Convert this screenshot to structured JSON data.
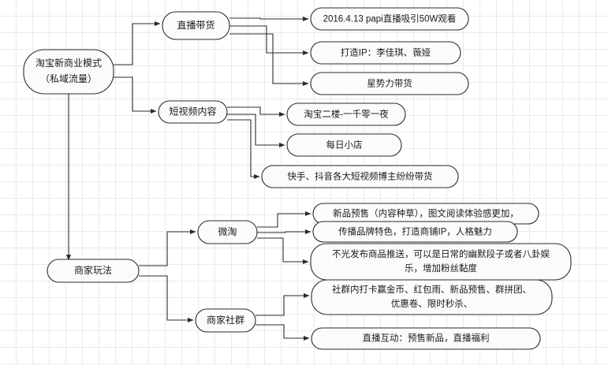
{
  "diagram": {
    "type": "flowchart-mindmap",
    "title_node": "淘宝新商业模式（私域流量）",
    "background": "#ffffff",
    "grid_color": "#e8eaf0",
    "stroke_color": "#2b2b2b",
    "node_fill": "#fbfbfc",
    "nodes": {
      "root_line1": "淘宝新商业模式",
      "root_line2": "（私域流量）",
      "branch_live": "直播带货",
      "branch_shortvideo": "短视频内容",
      "branch_merchant": "商家玩法",
      "branch_weitao": "微淘",
      "branch_community": "商家社群",
      "live_leaf_1": "2016.4.13 papi直播吸引50W观看",
      "live_leaf_2": "打造IP：李佳琪、薇娅",
      "live_leaf_3": "星势力带货",
      "video_leaf_1": "淘宝二楼-一千零一夜",
      "video_leaf_2": "每日小店",
      "video_leaf_3": "快手、抖音各大短视频博主纷纷带货",
      "weitao_leaf_1": "新品预售（内容种草），图文阅读体验感更加，",
      "weitao_leaf_2": "传播品牌特色，打造商铺IP，人格魅力",
      "weitao_leaf_3_line1": "不光发布商品推送，可以是日常的幽默段子或者八卦娱",
      "weitao_leaf_3_line2": "乐，增加粉丝黏度",
      "community_leaf_1_line1": "社群内打卡赢金币、红包雨、新品预售、群拼团、",
      "community_leaf_1_line2": "优惠卷、限时秒杀、",
      "community_leaf_2": "直播互动：预售新品，直播福利"
    },
    "edges": [
      "root-to-live",
      "root-to-shortvideo",
      "root-to-merchant",
      "live-to-leaf1",
      "live-to-leaf2",
      "live-to-leaf3",
      "shortvideo-to-leaf1",
      "shortvideo-to-leaf2",
      "shortvideo-to-leaf3",
      "merchant-to-weitao",
      "merchant-to-community",
      "weitao-to-leaf1",
      "weitao-to-leaf2",
      "weitao-to-leaf3",
      "community-to-leaf1",
      "community-to-leaf2"
    ]
  }
}
